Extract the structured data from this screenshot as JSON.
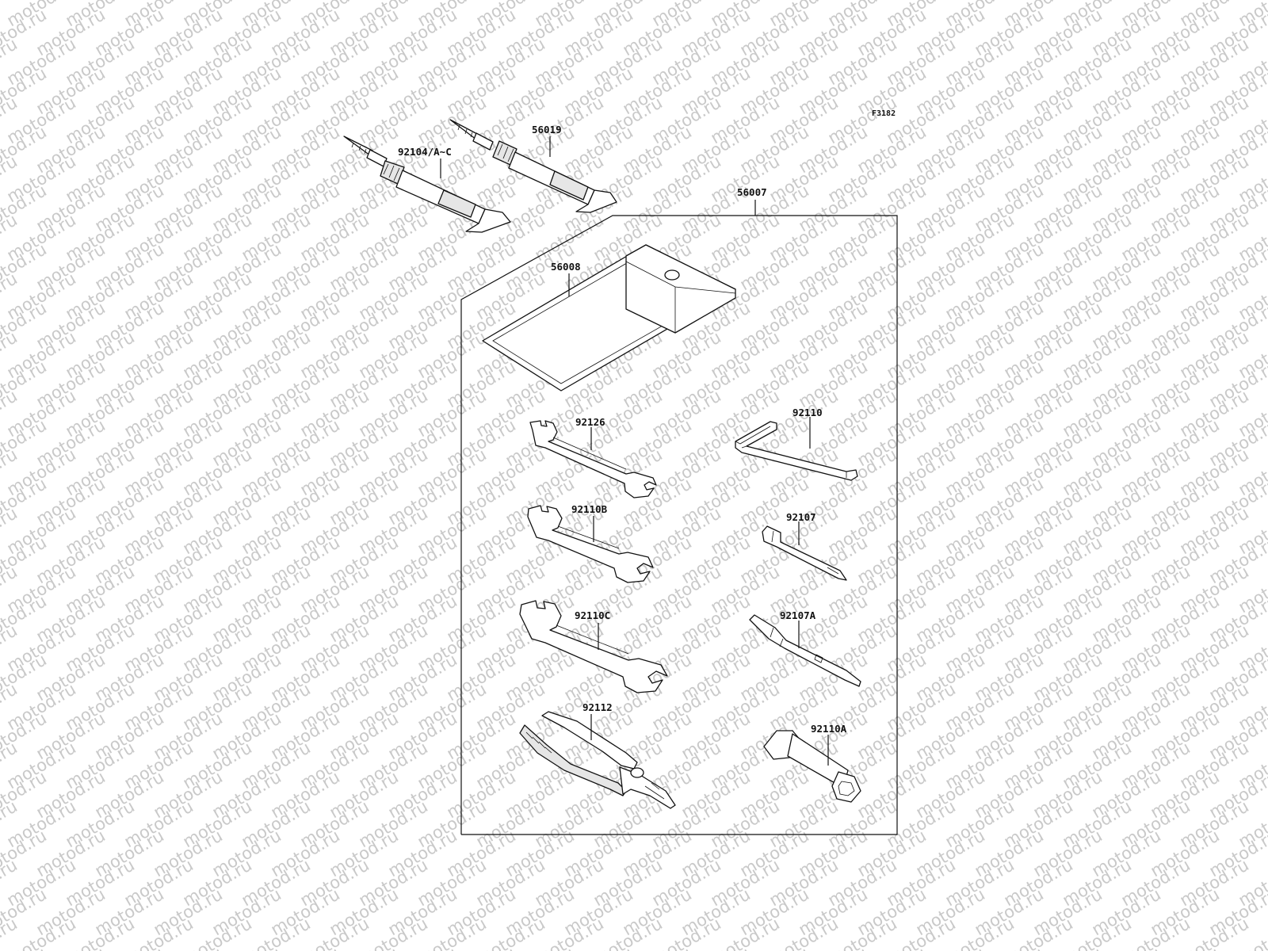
{
  "figure_code": "F3182",
  "watermark": "motod.ru",
  "parts": {
    "tool_kit": "56007",
    "tool_bag": "56008",
    "grease_tube_a": "92104/A~C",
    "grease_tube_b": "56019",
    "wrench_small": "92126",
    "wrench_medium": "92110B",
    "wrench_large": "92110C",
    "pliers": "92112",
    "hex_key": "92110",
    "screwdriver_bit": "92107",
    "screwdriver_handle": "92107A",
    "socket_wrench": "92110A"
  }
}
